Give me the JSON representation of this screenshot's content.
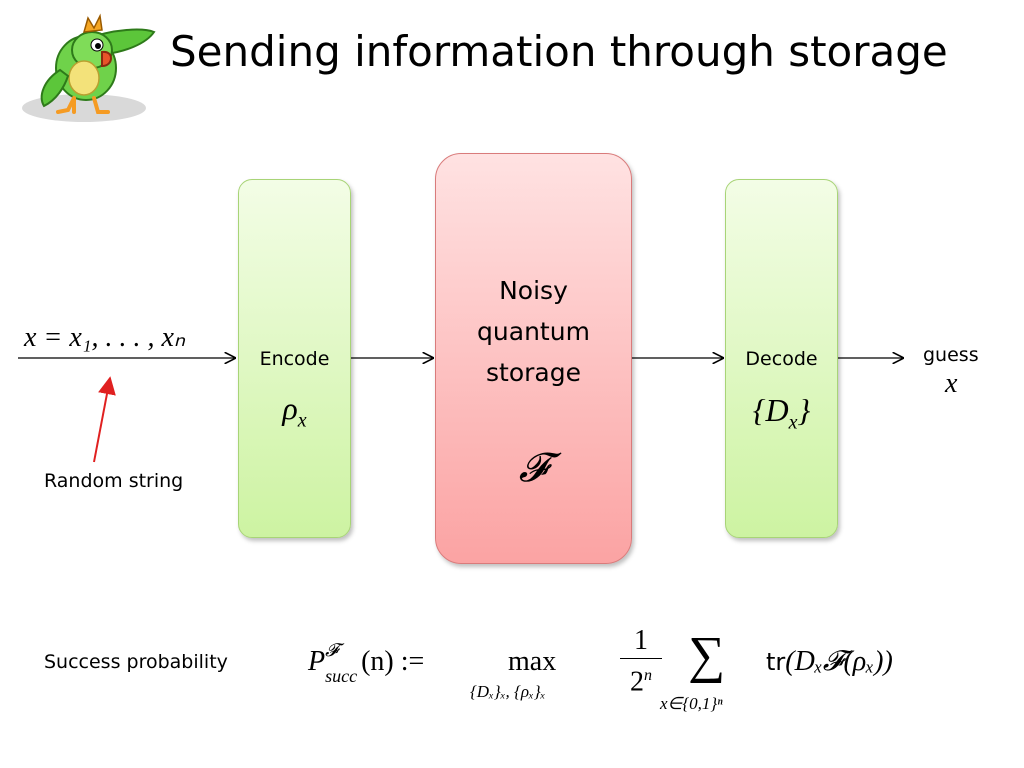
{
  "title": "Sending information through storage",
  "mascot": {
    "icon": "parrot-icon"
  },
  "input": {
    "string_label": "x = x₁, . . . , xₙ",
    "annotation": "Random string"
  },
  "encode": {
    "label": "Encode",
    "state": "ρ",
    "state_sub": "x"
  },
  "storage": {
    "line1": "Noisy",
    "line2": "quantum",
    "line3": "storage",
    "channel": "𝓕"
  },
  "decode": {
    "label": "Decode",
    "measure_open": "{D",
    "measure_sub": "x",
    "measure_close": "}"
  },
  "output": {
    "label": "guess",
    "value": "x"
  },
  "success": {
    "label": "Success probability",
    "P": "P",
    "P_sup": "𝓕",
    "P_sub": "succ",
    "arg": "(n) :=",
    "max": "max",
    "max_sub": "{Dₓ}ₓ, {ρₓ}ₓ",
    "frac_num": "1",
    "frac_den": "2",
    "frac_den_exp": "n",
    "sum": "∑",
    "sum_sub": "x∈{0,1}ⁿ",
    "tr": "tr",
    "tr_arg": "(Dₓ𝓕(ρₓ))"
  },
  "colors": {
    "box_green": "#cdf3a2",
    "box_red": "#fba3a3",
    "annotation_arrow": "#e02020"
  }
}
